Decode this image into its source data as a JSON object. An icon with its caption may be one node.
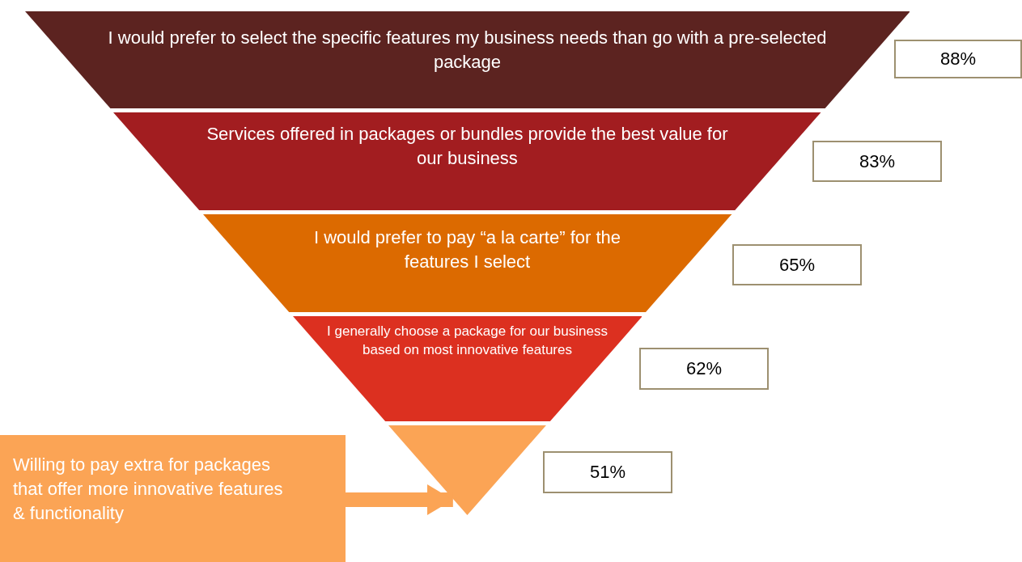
{
  "diagram": {
    "nodes": [
      {
        "text": [
          "I would prefer to select the specific features my business needs than go with a pre-selected package"
        ]
      },
      {
        "text": [
          "Services offered in packages or bundles provide the best value for our business"
        ]
      },
      {
        "text": [
          "I would prefer to pay “a la carte” for the features I select"
        ]
      },
      {
        "text": [
          "I generally choose a package for our business based on most innovative features"
        ]
      },
      {
        "text": [],
        "shape": "triangle"
      },
      {
        "text": [
          "88%"
        ]
      },
      {
        "text": [
          "83%"
        ]
      },
      {
        "text": [
          "65%"
        ]
      },
      {
        "text": [
          "62%"
        ]
      },
      {
        "text": [
          "51%"
        ]
      },
      {
        "text": [
          "Willing to pay extra for packages that offer more innovative features & functionality"
        ]
      }
    ],
    "edges": [
      {
        "from": 10,
        "to": 4,
        "arrow": "to"
      }
    ]
  }
}
